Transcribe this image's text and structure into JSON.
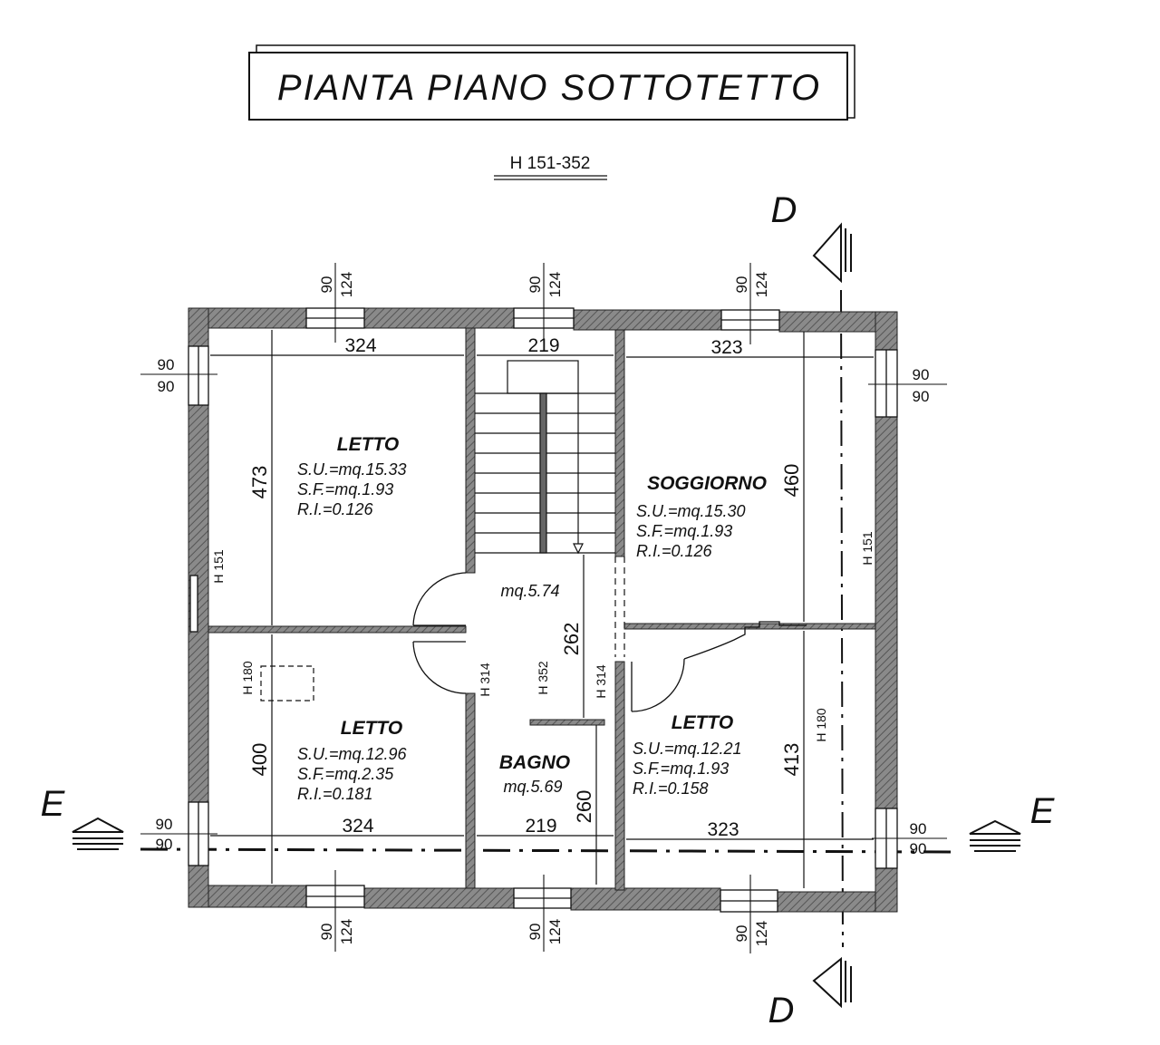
{
  "title": "PIANTA PIANO SOTTOTETTO",
  "height_range": "H 151-352",
  "section_markers": {
    "d_top": "D",
    "d_bottom": "D",
    "e_left": "E",
    "e_right": "E"
  },
  "rooms": {
    "letto_nw": {
      "name": "LETTO",
      "su": "S.U.=mq.15.33",
      "sf": "S.F.=mq.1.93",
      "ri": "R.I.=0.126"
    },
    "soggiorno": {
      "name": "SOGGIORNO",
      "su": "S.U.=mq.15.30",
      "sf": "S.F.=mq.1.93",
      "ri": "R.I.=0.126"
    },
    "letto_sw": {
      "name": "LETTO",
      "su": "S.U.=mq.12.96",
      "sf": "S.F.=mq.2.35",
      "ri": "R.I.=0.181"
    },
    "letto_se": {
      "name": "LETTO",
      "su": "S.U.=mq.12.21",
      "sf": "S.F.=mq.1.93",
      "ri": "R.I.=0.158"
    },
    "bagno": {
      "name": "BAGNO",
      "area": "mq.5.69"
    },
    "disimpegno": {
      "area": "mq.5.74"
    }
  },
  "dimensions": {
    "top_left": "324",
    "top_mid": "219",
    "top_right": "323",
    "bottom_left": "324",
    "bottom_mid": "219",
    "bottom_right": "323",
    "v_nw": "473",
    "v_ne": "460",
    "v_sw": "400",
    "v_se": "413",
    "v_hall": "262",
    "v_bagno": "260"
  },
  "heights": {
    "west_wall": "H 151",
    "east_wall": "H 151",
    "sw_room": "H 180",
    "se_room": "H 180",
    "hall_left": "H 314",
    "hall_mid": "H 352",
    "hall_right": "H 314"
  },
  "windows": {
    "wall_width": "90",
    "wall_height": "124",
    "side_width": "90",
    "side_height": "90"
  }
}
